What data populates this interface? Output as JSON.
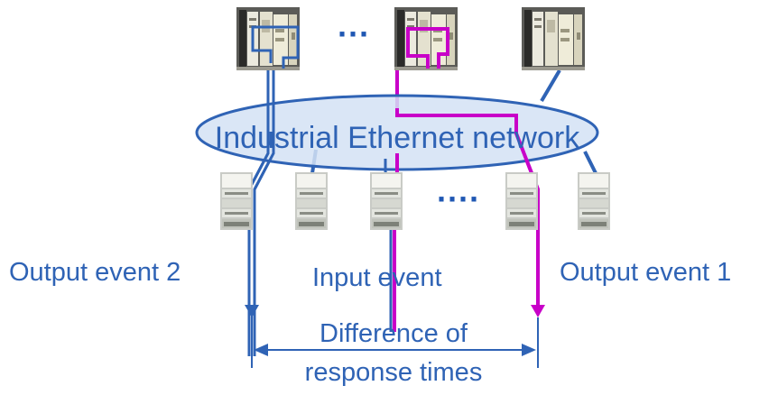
{
  "network_label": "Industrial Ethernet network",
  "labels": {
    "output_event_2": "Output event 2",
    "input_event": "Input event",
    "output_event_1": "Output event 1",
    "difference_line1": "Difference of",
    "difference_line2": "response times"
  },
  "ellipsis_top": "···",
  "ellipsis_bottom": "····",
  "colors": {
    "network_line": "#2f63b5",
    "network_fill": "#d4e2f5",
    "path_output2": "#2f63b5",
    "path_input": "#c800c8",
    "text": "#2f63b5"
  },
  "icons": {
    "controller": "plc-rack-icon",
    "device": "io-module-icon"
  }
}
